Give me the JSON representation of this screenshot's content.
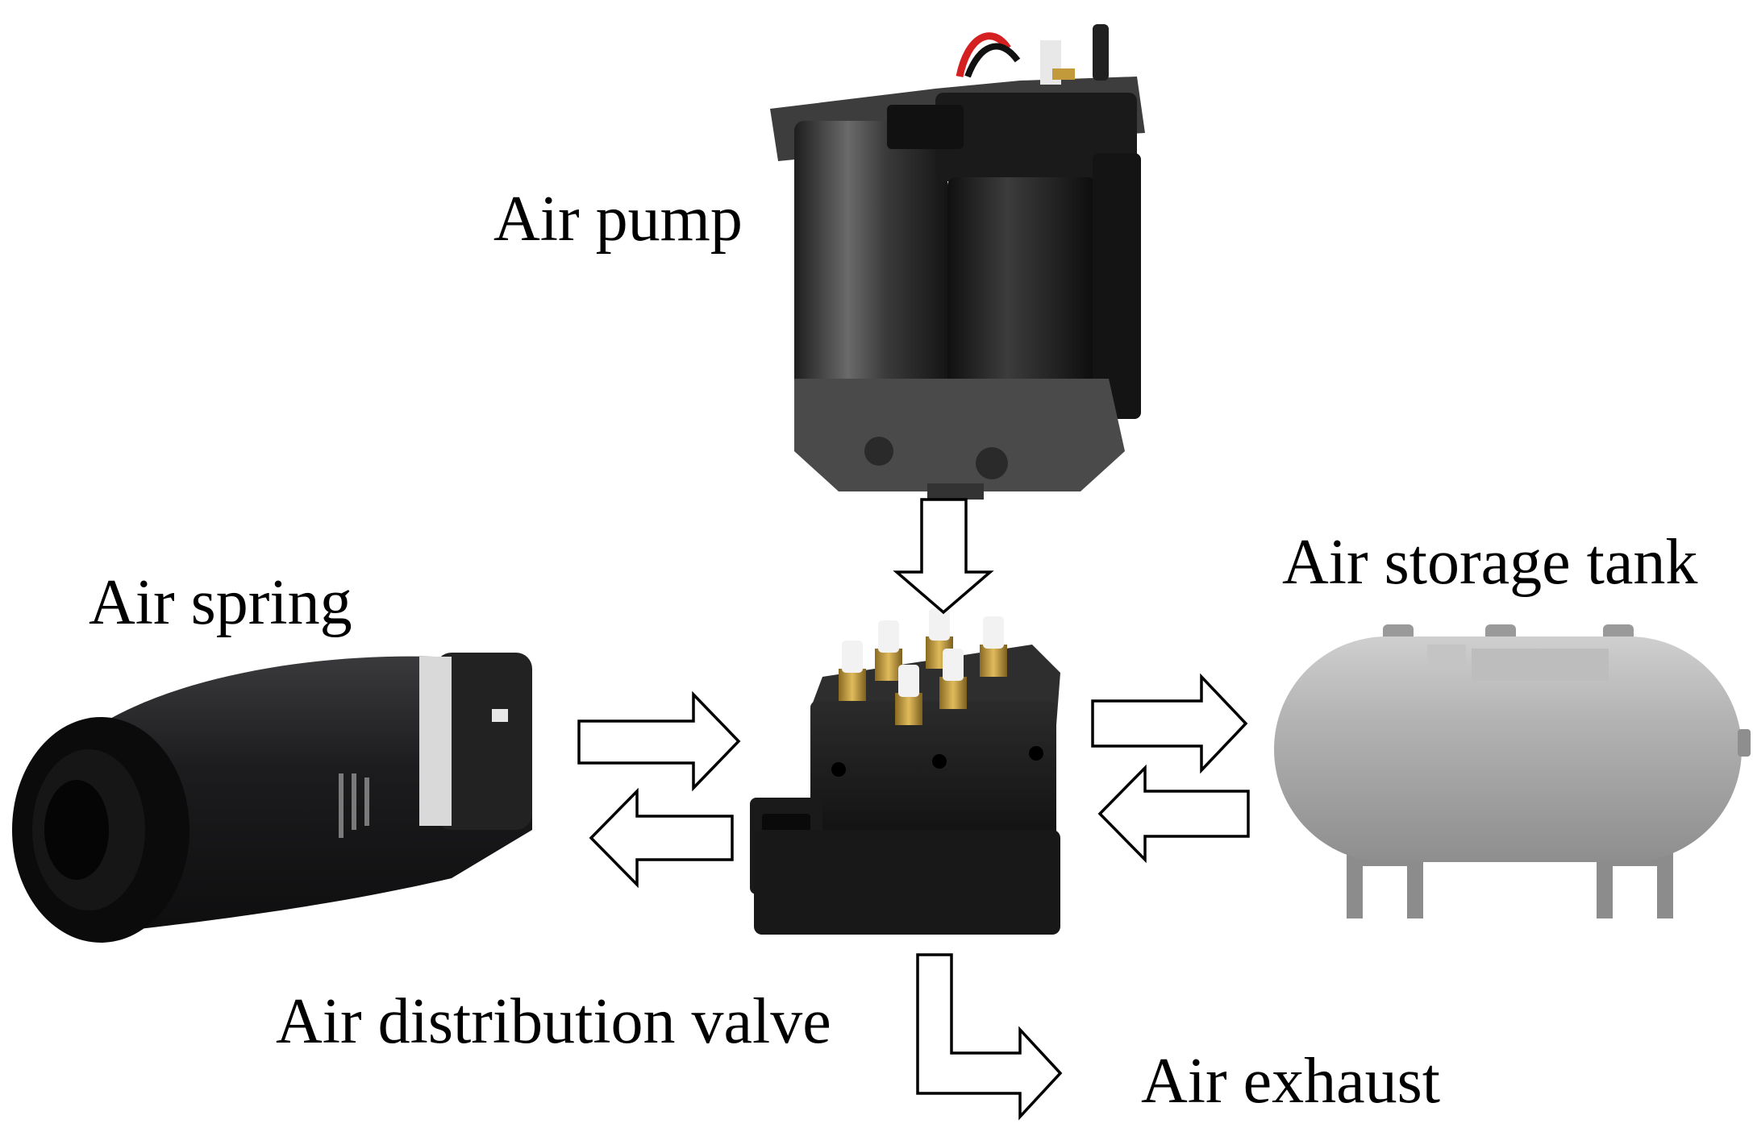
{
  "labels": {
    "air_pump": "Air pump",
    "air_spring": "Air spring",
    "air_storage_tank": "Air storage tank",
    "air_distribution_valve": "Air distribution valve",
    "air_exhaust": "Air exhaust"
  },
  "colors": {
    "background": "#ffffff",
    "text": "#000000",
    "arrow_stroke": "#000000",
    "pump_body": "#2a2a2a",
    "spring_body": "#1c1c1e",
    "valve_body": "#1a1a1a",
    "brass_fitting": "#c29a3c",
    "tank_body": "#a8a8a8"
  },
  "components": [
    {
      "name": "air-pump",
      "icon": "air-pump-photo"
    },
    {
      "name": "air-spring",
      "icon": "air-spring-photo"
    },
    {
      "name": "air-distribution-valve",
      "icon": "valve-block-photo"
    },
    {
      "name": "air-storage-tank",
      "icon": "storage-tank-photo"
    }
  ],
  "flows": [
    {
      "from": "air-pump",
      "to": "air-distribution-valve"
    },
    {
      "from": "air-spring",
      "to": "air-distribution-valve"
    },
    {
      "from": "air-distribution-valve",
      "to": "air-spring"
    },
    {
      "from": "air-distribution-valve",
      "to": "air-storage-tank"
    },
    {
      "from": "air-storage-tank",
      "to": "air-distribution-valve"
    },
    {
      "from": "air-distribution-valve",
      "to": "air-exhaust"
    }
  ]
}
